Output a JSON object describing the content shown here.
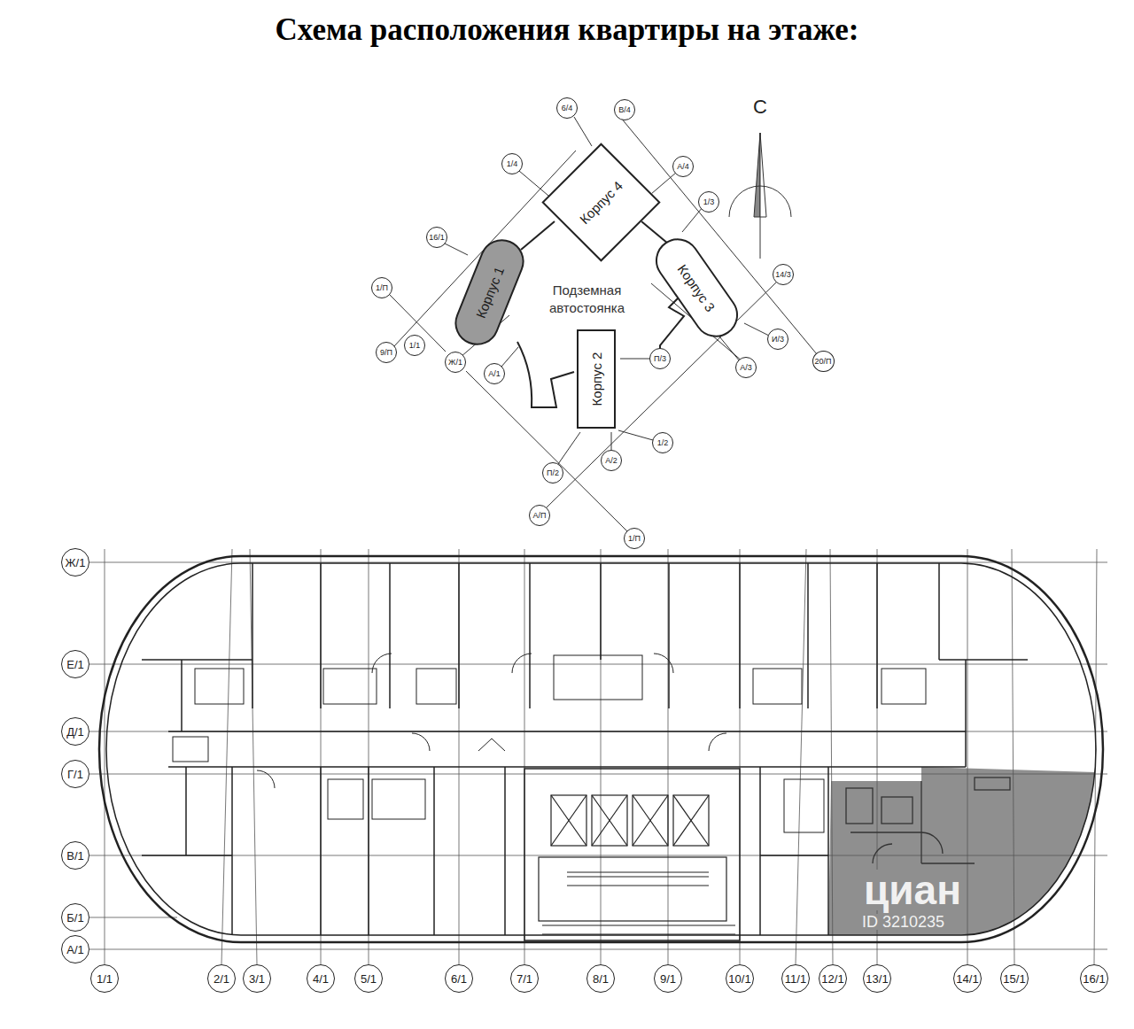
{
  "diagram": {
    "title": "Схема расположения квартиры на этаже:",
    "nodes": [
      {
        "text": [
          "6/4"
        ]
      },
      {
        "text": [
          "В/4"
        ]
      },
      {
        "text": [
          "1/4"
        ]
      },
      {
        "text": [
          "А/4"
        ]
      },
      {
        "text": [
          "1/3"
        ]
      },
      {
        "text": [
          "16/1"
        ]
      },
      {
        "text": [
          "Корпус 4"
        ]
      },
      {
        "text": [
          "Корпус 1"
        ]
      },
      {
        "text": [
          "Корпус 3"
        ]
      },
      {
        "text": [
          "14/3"
        ]
      },
      {
        "text": [
          "1/П"
        ]
      },
      {
        "text": [
          "9/П"
        ]
      },
      {
        "text": [
          "1/1"
        ]
      },
      {
        "text": [
          "Ж/1"
        ]
      },
      {
        "text": [
          "А/1"
        ]
      },
      {
        "text": [
          "П/3"
        ]
      },
      {
        "text": [
          "И/3"
        ]
      },
      {
        "text": [
          "А/3"
        ]
      },
      {
        "text": [
          "20/П"
        ]
      },
      {
        "text": [
          "Корпус 2"
        ]
      },
      {
        "text": [
          "1/2"
        ]
      },
      {
        "text": [
          "А/2"
        ]
      },
      {
        "text": [
          "П/2"
        ]
      },
      {
        "text": [
          "А/П"
        ]
      },
      {
        "text": [
          "1/П"
        ]
      },
      {
        "text": [
          "Ж/1"
        ]
      },
      {
        "text": [
          "Е/1"
        ]
      },
      {
        "text": [
          "Д/1"
        ]
      },
      {
        "text": [
          "Г/1"
        ]
      },
      {
        "text": [
          "В/1"
        ]
      },
      {
        "text": [
          "Б/1"
        ]
      },
      {
        "text": [
          "А/1"
        ]
      },
      {
        "text": [
          "1/1"
        ]
      },
      {
        "text": [
          "2/1"
        ]
      },
      {
        "text": [
          "3/1"
        ]
      },
      {
        "text": [
          "4/1"
        ]
      },
      {
        "text": [
          "5/1"
        ]
      },
      {
        "text": [
          "6/1"
        ]
      },
      {
        "text": [
          "7/1"
        ]
      },
      {
        "text": [
          "8/1"
        ]
      },
      {
        "text": [
          "9/1"
        ]
      },
      {
        "text": [
          "10/1"
        ]
      },
      {
        "text": [
          "11/1"
        ]
      },
      {
        "text": [
          "12/1"
        ]
      },
      {
        "text": [
          "13/1"
        ]
      },
      {
        "text": [
          "14/1"
        ]
      },
      {
        "text": [
          "15/1"
        ]
      },
      {
        "text": [
          "16/1"
        ]
      }
    ],
    "labels": [
      "С",
      "Подземная автостоянка",
      "циан",
      "ID 3210235"
    ]
  }
}
